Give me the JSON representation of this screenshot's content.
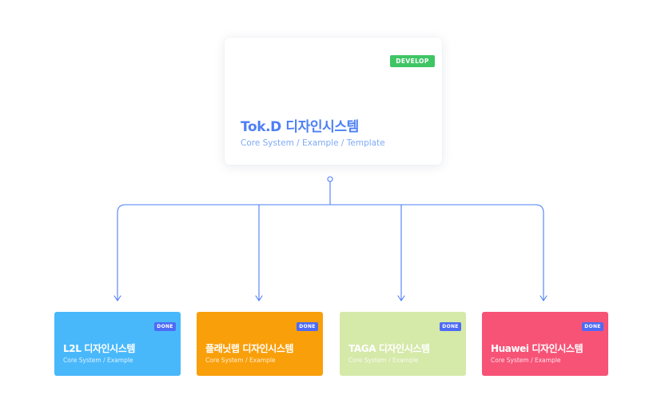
{
  "colors": {
    "accent": "#4d7ff5",
    "connector": "#4d7ff5",
    "develop_badge": "#3fc564",
    "done_badge": "#4d6bf5"
  },
  "root": {
    "title": "Tok.D 디자인시스템",
    "subtitle": "Core System / Example / Template",
    "badge": "DEVELOP",
    "title_color": "#4d7ff5",
    "subtitle_color": "#7faaf5"
  },
  "children": [
    {
      "title": "L2L 디자인시스템",
      "subtitle": "Core System / Example",
      "badge": "DONE",
      "background": "#49b8fb"
    },
    {
      "title": "플래닛랩 디자인시스템",
      "subtitle": "Core System / Example",
      "badge": "DONE",
      "background": "#f99f0a"
    },
    {
      "title": "TAGA 디자인시스템",
      "subtitle": "Core System / Example",
      "badge": "DONE",
      "background": "#d5e9a9"
    },
    {
      "title": "Huawei 디자인시스템",
      "subtitle": "Core System / Example",
      "badge": "DONE",
      "background": "#f75377"
    }
  ]
}
